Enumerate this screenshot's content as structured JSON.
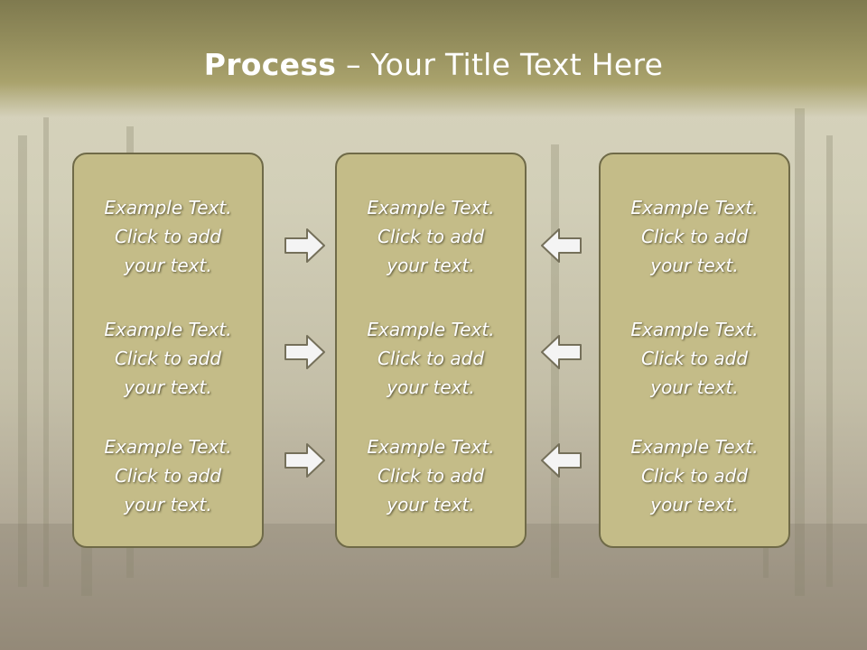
{
  "title": {
    "bold": "Process",
    "rest": " – Your Title Text Here"
  },
  "columns": [
    {
      "items": [
        [
          "Example Text.",
          "Click  to add",
          "your text."
        ],
        [
          "Example Text.",
          "Click  to add",
          "your text."
        ],
        [
          "Example Text.",
          "Click  to add",
          "your text."
        ]
      ]
    },
    {
      "items": [
        [
          "Example Text.",
          "Click  to add",
          "your text."
        ],
        [
          "Example Text.",
          "Click  to add",
          "your text."
        ],
        [
          "Example Text.",
          "Click  to add",
          "your text."
        ]
      ]
    },
    {
      "items": [
        [
          "Example Text.",
          "Click  to add",
          "your text."
        ],
        [
          "Example Text.",
          "Click  to add",
          "your text."
        ],
        [
          "Example Text.",
          "Click  to add",
          "your text."
        ]
      ]
    }
  ],
  "colors": {
    "box_fill": "#c4bc88",
    "box_border": "#6f6a48",
    "title_band": "#938d5c",
    "arrow_fill": "#f4f4f4"
  },
  "icons": {
    "left_arrows": "arrow-right-icon",
    "right_arrows": "arrow-left-icon"
  }
}
